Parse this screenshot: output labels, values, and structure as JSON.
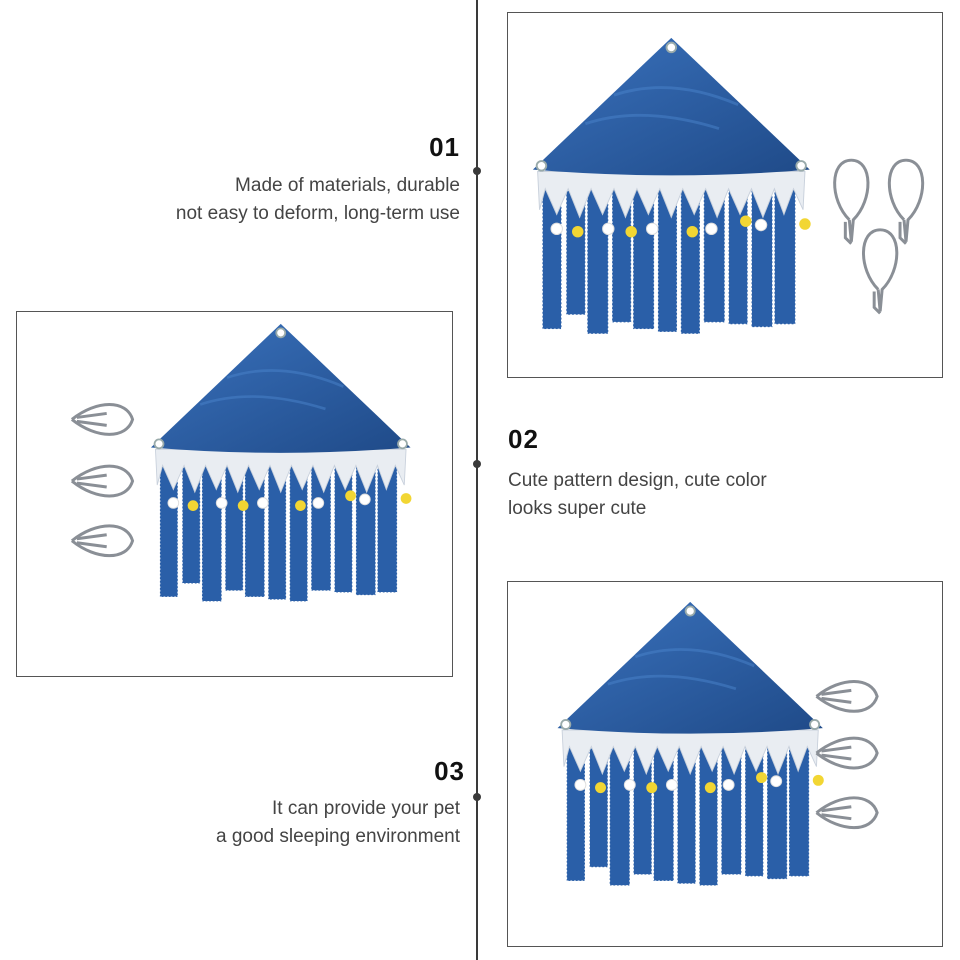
{
  "features": [
    {
      "number": "01",
      "line1": "Made of materials, durable",
      "line2": "not easy to deform, long-term use"
    },
    {
      "number": "02",
      "line1": "Cute pattern design, cute color",
      "line2": "looks super cute"
    },
    {
      "number": "03",
      "line1": "It can provide your pet",
      "line2": "a good sleeping environment"
    }
  ],
  "colors": {
    "fabric_blue": "#2a5fa8",
    "fabric_dark": "#1f4a88",
    "trim_white": "#e9edf2",
    "pom_yellow": "#f2d633",
    "line": "#3a3a3a"
  },
  "icons": [
    "hammock-product-photo",
    "metal-hook-icon"
  ]
}
